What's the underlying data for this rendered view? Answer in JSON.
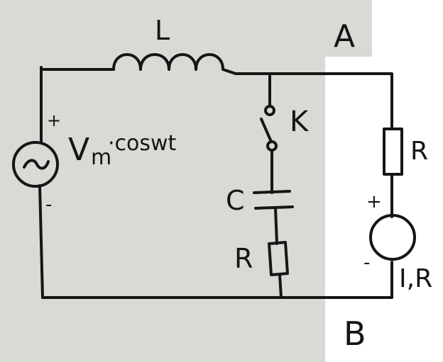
{
  "diagram": {
    "type": "circuit-schematic",
    "labels": {
      "inductor": "L",
      "node_top": "A",
      "node_bottom": "B",
      "switch": "K",
      "capacitor": "C",
      "resistor_branch": "R",
      "resistor_right": "R",
      "source_V": "V",
      "source_V_sub": "m",
      "source_V_expr": "·coswt",
      "source_plus": "+",
      "source_minus": "-",
      "current_source_plus": "+",
      "current_source_minus": "-",
      "current_source": "I",
      "current_source_sep": ",",
      "current_source_R": "R"
    },
    "colors": {
      "ink": "#151515",
      "paper": "#d9d9d6",
      "panel": "#ffffff"
    }
  }
}
